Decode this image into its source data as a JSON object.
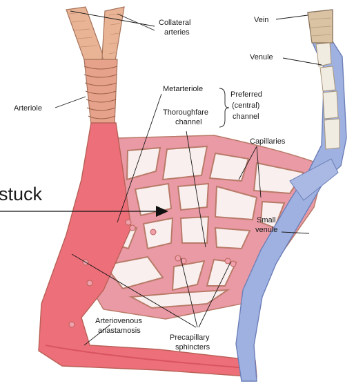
{
  "labels": {
    "collateral_1": "Collateral",
    "collateral_2": "arteries",
    "vein": "Vein",
    "venule": "Venule",
    "arteriole": "Arteriole",
    "metarteriole": "Metarteriole",
    "thoroughfare_1": "Thoroughfare",
    "thoroughfare_2": "channel",
    "preferred_1": "Preferred",
    "preferred_2": "(central)",
    "preferred_3": "channel",
    "capillaries": "Capillaries",
    "stuck": "stuck",
    "small_venule_1": "Small",
    "small_venule_2": "venule",
    "av_1": "Arteriovenous",
    "av_2": "anastamosis",
    "precap_1": "Precapillary",
    "precap_2": "sphincters"
  },
  "colors": {
    "artery": "#ec6f7a",
    "artery_dark": "#d9545f",
    "capillary_fill": "#e99aa5",
    "capillary_wall": "#b97a68",
    "vein": "#9fb1e0",
    "vein_dark": "#7f94cf",
    "collateral": "#e8b495",
    "vein_wall": "#d9c3a3",
    "tissue_gap": "#f8efee"
  }
}
